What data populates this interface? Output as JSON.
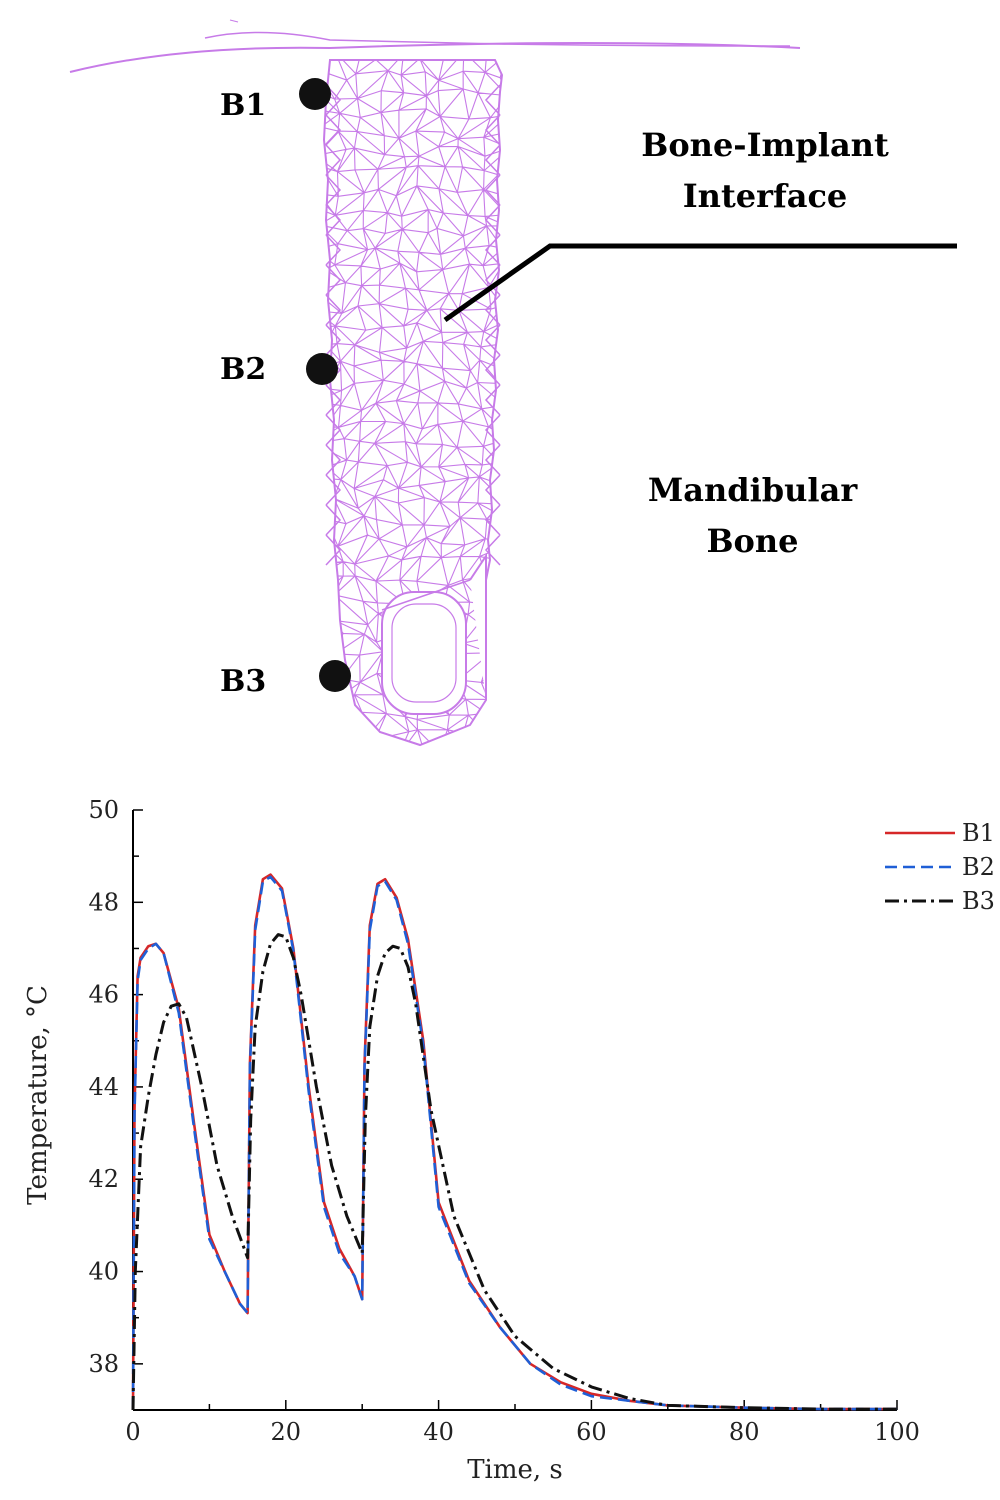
{
  "diagram": {
    "points": [
      {
        "id": "b1",
        "label": "B1"
      },
      {
        "id": "b2",
        "label": "B2"
      },
      {
        "id": "b3",
        "label": "B3"
      }
    ],
    "interface_label_line1": "Bone-Implant",
    "interface_label_line2": "Interface",
    "bone_label_line1": "Mandibular",
    "bone_label_line2": "Bone",
    "implant_color": "#c77be8"
  },
  "chart_data": {
    "type": "line",
    "xlabel": "Time, s",
    "ylabel": "Temperature, °C",
    "xlim": [
      0,
      100
    ],
    "ylim": [
      37,
      50
    ],
    "xticks": [
      0,
      20,
      40,
      60,
      80,
      100
    ],
    "yticks": [
      38,
      40,
      42,
      44,
      46,
      48,
      50
    ],
    "grid": false,
    "legend_position": "top-right",
    "series": [
      {
        "name": "B1",
        "color": "#d62728",
        "dash": "solid",
        "x": [
          0,
          0.2,
          0.6,
          1.0,
          2.0,
          3.0,
          4.0,
          6.0,
          8.0,
          10.0,
          12.0,
          14.0,
          15.0,
          15.3,
          16.0,
          17.0,
          18.0,
          19.5,
          21.0,
          23.0,
          25.0,
          27.0,
          29.0,
          30.0,
          30.3,
          31.0,
          32.0,
          33.0,
          34.5,
          36.0,
          38.0,
          40.0,
          44.0,
          48.0,
          52.0,
          56.0,
          60.0,
          65.0,
          70.0,
          80.0,
          90.0,
          100.0
        ],
        "y": [
          37.0,
          43.5,
          46.4,
          46.8,
          47.05,
          47.1,
          46.9,
          45.7,
          43.2,
          40.8,
          40.0,
          39.3,
          39.1,
          44.5,
          47.5,
          48.5,
          48.6,
          48.3,
          47.0,
          44.0,
          41.5,
          40.5,
          39.9,
          39.4,
          44.5,
          47.5,
          48.4,
          48.5,
          48.1,
          47.2,
          45.0,
          41.5,
          39.8,
          38.8,
          38.0,
          37.6,
          37.35,
          37.2,
          37.1,
          37.05,
          37.02,
          37.02
        ]
      },
      {
        "name": "B2",
        "color": "#1f5fd6",
        "dash": "dashed",
        "x": [
          0,
          0.2,
          0.6,
          1.0,
          2.0,
          3.0,
          4.0,
          6.0,
          8.0,
          10.0,
          12.0,
          14.0,
          15.0,
          15.3,
          16.0,
          17.0,
          18.0,
          19.5,
          21.0,
          23.0,
          25.0,
          27.0,
          29.0,
          30.0,
          30.3,
          31.0,
          32.0,
          33.0,
          34.5,
          36.0,
          38.0,
          40.0,
          44.0,
          48.0,
          52.0,
          56.0,
          60.0,
          65.0,
          70.0,
          80.0,
          90.0,
          100.0
        ],
        "y": [
          37.0,
          43.4,
          46.3,
          46.75,
          47.0,
          47.1,
          46.9,
          45.6,
          43.1,
          40.7,
          40.0,
          39.3,
          39.1,
          44.4,
          47.4,
          48.45,
          48.55,
          48.25,
          46.95,
          43.9,
          41.4,
          40.4,
          39.9,
          39.4,
          44.4,
          47.4,
          48.35,
          48.45,
          48.05,
          47.1,
          44.9,
          41.4,
          39.75,
          38.8,
          38.0,
          37.55,
          37.3,
          37.2,
          37.1,
          37.05,
          37.02,
          37.02
        ]
      },
      {
        "name": "B3",
        "color": "#111111",
        "dash": "dashdot",
        "x": [
          0,
          0.3,
          1.0,
          2.0,
          3.0,
          4.0,
          5.0,
          6.0,
          7.0,
          9.0,
          11.0,
          13.0,
          15.0,
          15.4,
          16.0,
          17.0,
          18.0,
          19.0,
          20.0,
          21.0,
          22.0,
          24.0,
          26.0,
          28.0,
          30.0,
          30.4,
          31.0,
          32.0,
          33.0,
          34.0,
          35.0,
          36.0,
          37.0,
          39.0,
          42.0,
          46.0,
          50.0,
          55.0,
          60.0,
          65.0,
          70.0,
          80.0,
          90.0,
          100.0
        ],
        "y": [
          37.0,
          40.0,
          42.7,
          43.8,
          44.7,
          45.4,
          45.75,
          45.8,
          45.5,
          44.0,
          42.3,
          41.2,
          40.3,
          43.3,
          45.3,
          46.5,
          47.1,
          47.3,
          47.25,
          46.8,
          46.0,
          44.0,
          42.3,
          41.2,
          40.4,
          43.3,
          45.3,
          46.4,
          46.9,
          47.05,
          47.0,
          46.6,
          45.8,
          43.5,
          41.2,
          39.6,
          38.6,
          37.9,
          37.5,
          37.25,
          37.1,
          37.05,
          37.02,
          37.02
        ]
      }
    ]
  }
}
